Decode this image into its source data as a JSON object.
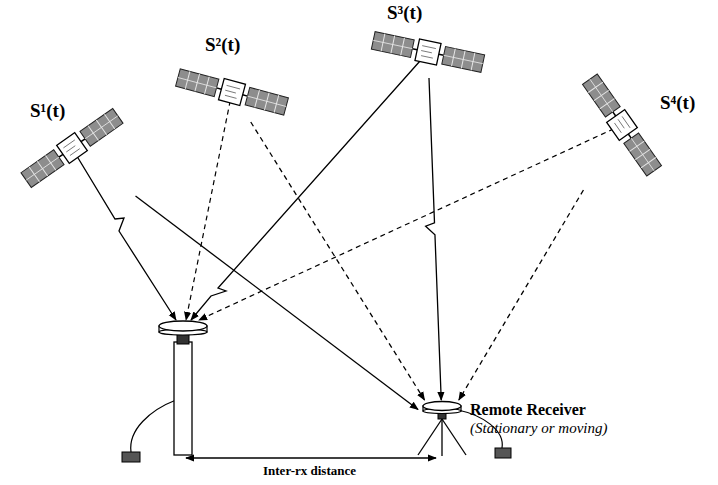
{
  "diagram": {
    "nodes": [
      {
        "text": [
          "S¹(t)"
        ]
      },
      {
        "text": [
          "S²(t)"
        ]
      },
      {
        "text": [
          "S³(t)"
        ]
      },
      {
        "text": [
          "S⁴(t)"
        ]
      },
      {
        "text": [
          "Remote Receiver",
          "(Stationary or moving)"
        ]
      }
    ],
    "edges": [
      {
        "from": 0,
        "to": 4,
        "arrow": "to"
      },
      {
        "from": 1,
        "to": 4,
        "arrow": "to"
      },
      {
        "from": 2,
        "to": 4,
        "arrow": "to"
      },
      {
        "from": 3,
        "to": 4,
        "arrow": "to"
      }
    ],
    "labels": [
      "Inter-rx distance"
    ]
  }
}
